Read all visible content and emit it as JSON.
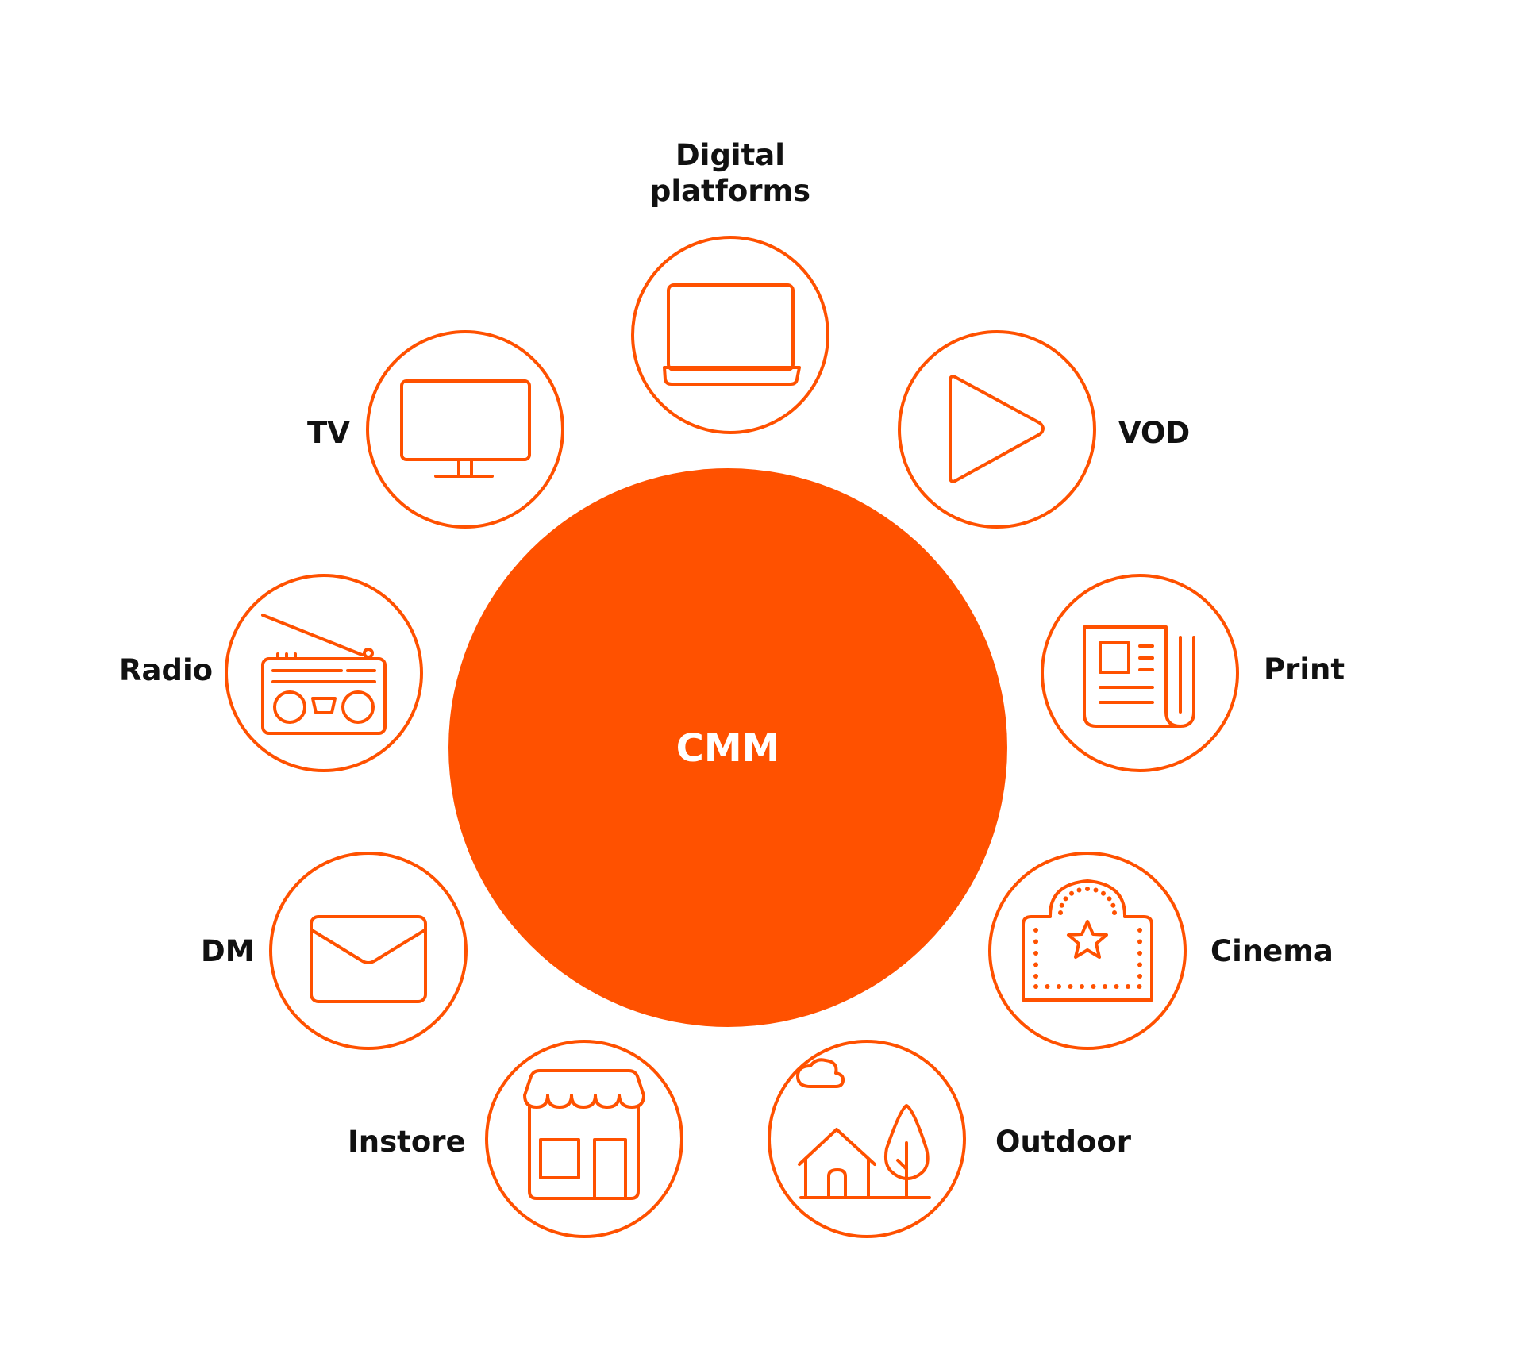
{
  "colors": {
    "accent": "#FF5100",
    "text": "#111111",
    "background": "#FFFFFF"
  },
  "center": {
    "label": "CMM"
  },
  "nodes": [
    {
      "id": "digital",
      "icon": "laptop-icon",
      "label_lines": [
        "Digital",
        "platforms"
      ]
    },
    {
      "id": "vod",
      "icon": "play-icon",
      "label_lines": [
        "VOD"
      ]
    },
    {
      "id": "print",
      "icon": "newspaper-icon",
      "label_lines": [
        "Print"
      ]
    },
    {
      "id": "cinema",
      "icon": "cinema-marquee-icon",
      "label_lines": [
        "Cinema"
      ]
    },
    {
      "id": "outdoor",
      "icon": "house-tree-icon",
      "label_lines": [
        "Outdoor"
      ]
    },
    {
      "id": "instore",
      "icon": "storefront-icon",
      "label_lines": [
        "Instore"
      ]
    },
    {
      "id": "dm",
      "icon": "envelope-icon",
      "label_lines": [
        "DM"
      ]
    },
    {
      "id": "radio",
      "icon": "radio-icon",
      "label_lines": [
        "Radio"
      ]
    },
    {
      "id": "tv",
      "icon": "tv-icon",
      "label_lines": [
        "TV"
      ]
    }
  ]
}
